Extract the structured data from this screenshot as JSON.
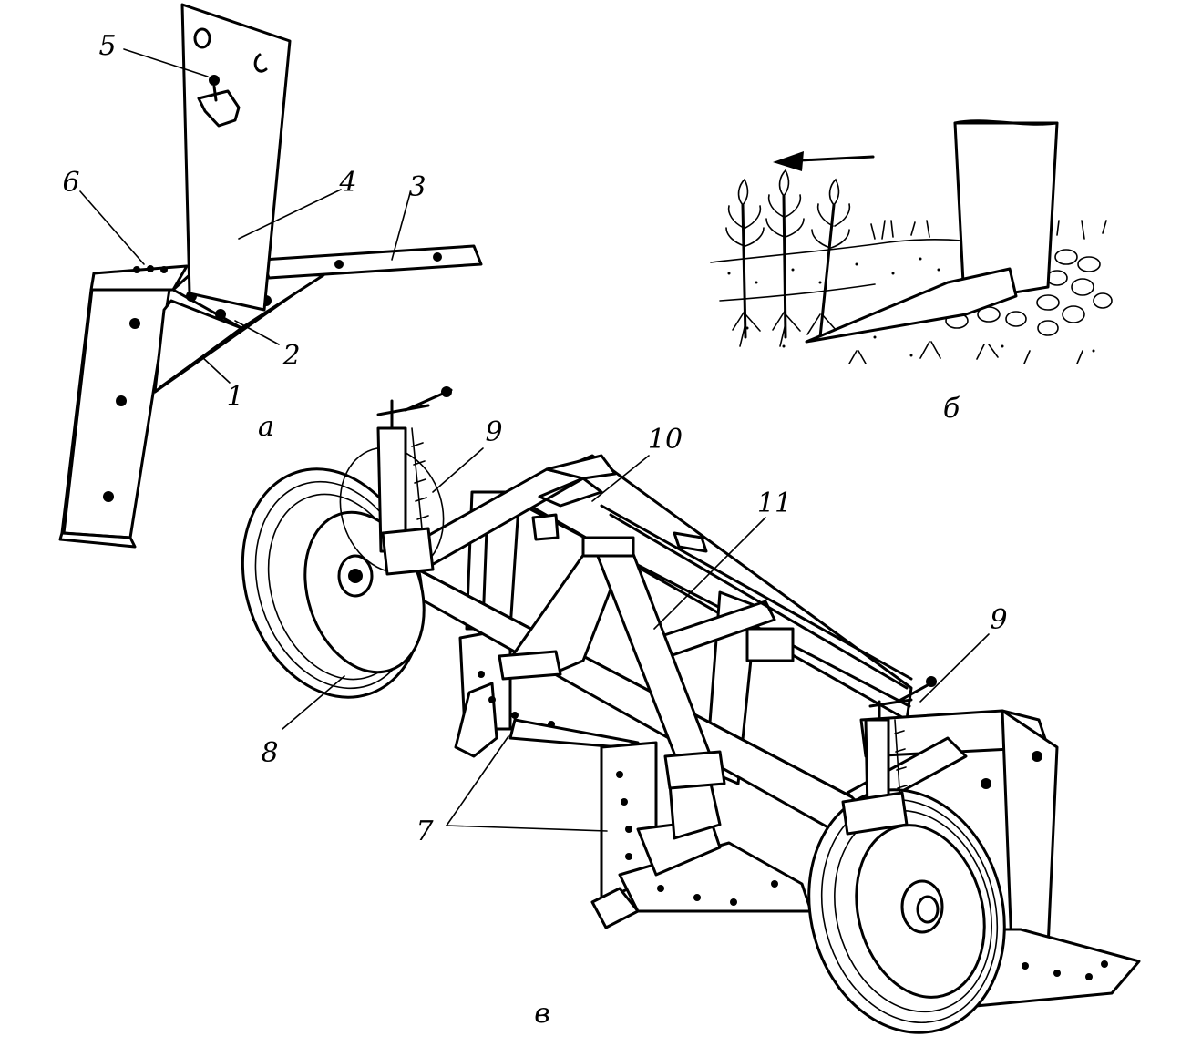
{
  "labels": {
    "n1": "1",
    "n2": "2",
    "n3": "3",
    "n4": "4",
    "n5": "5",
    "n6": "6",
    "n7": "7",
    "n8": "8",
    "n9a": "9",
    "n9b": "9",
    "n10": "10",
    "n11": "11",
    "fig_a": "а",
    "fig_b": "б",
    "fig_v": "в"
  },
  "colors": {
    "ink": "#000000",
    "paper": "#ffffff"
  }
}
